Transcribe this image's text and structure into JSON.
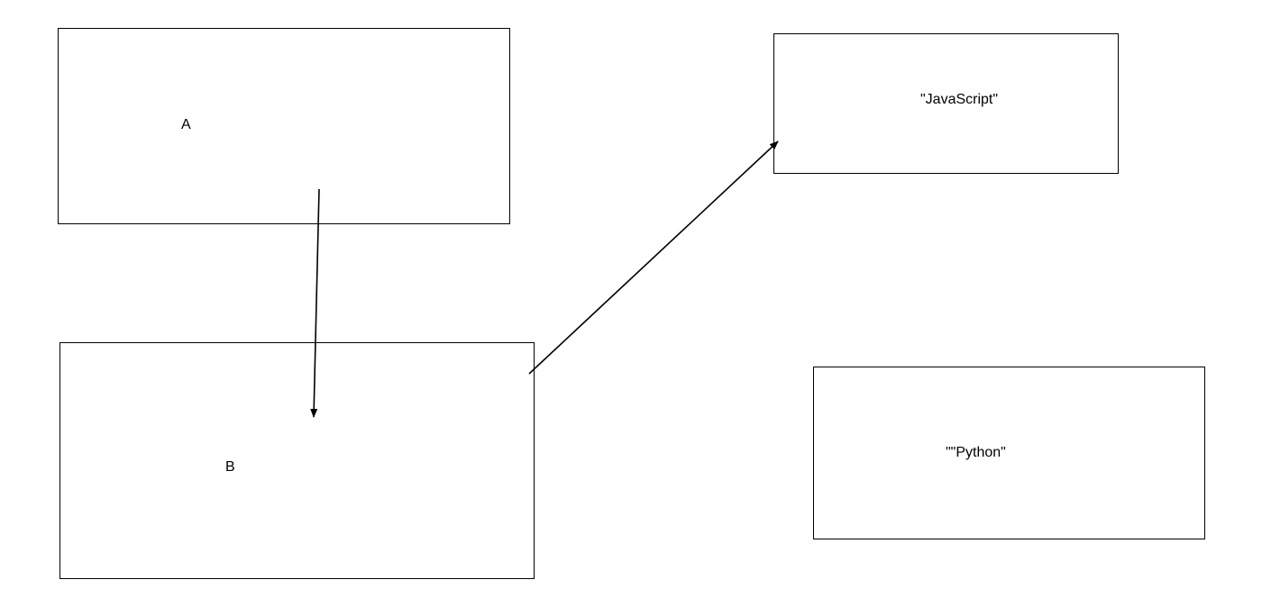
{
  "diagram": {
    "nodes": {
      "a": {
        "label": "A"
      },
      "b": {
        "label": "B"
      },
      "javascript": {
        "label": "\"JavaScript\""
      },
      "python": {
        "label": "\"\"Python\""
      }
    },
    "edges": [
      {
        "from": "a",
        "to": "b"
      },
      {
        "from": "b",
        "to": "javascript"
      }
    ],
    "colors": {
      "stroke": "#000000",
      "background": "#ffffff"
    }
  }
}
